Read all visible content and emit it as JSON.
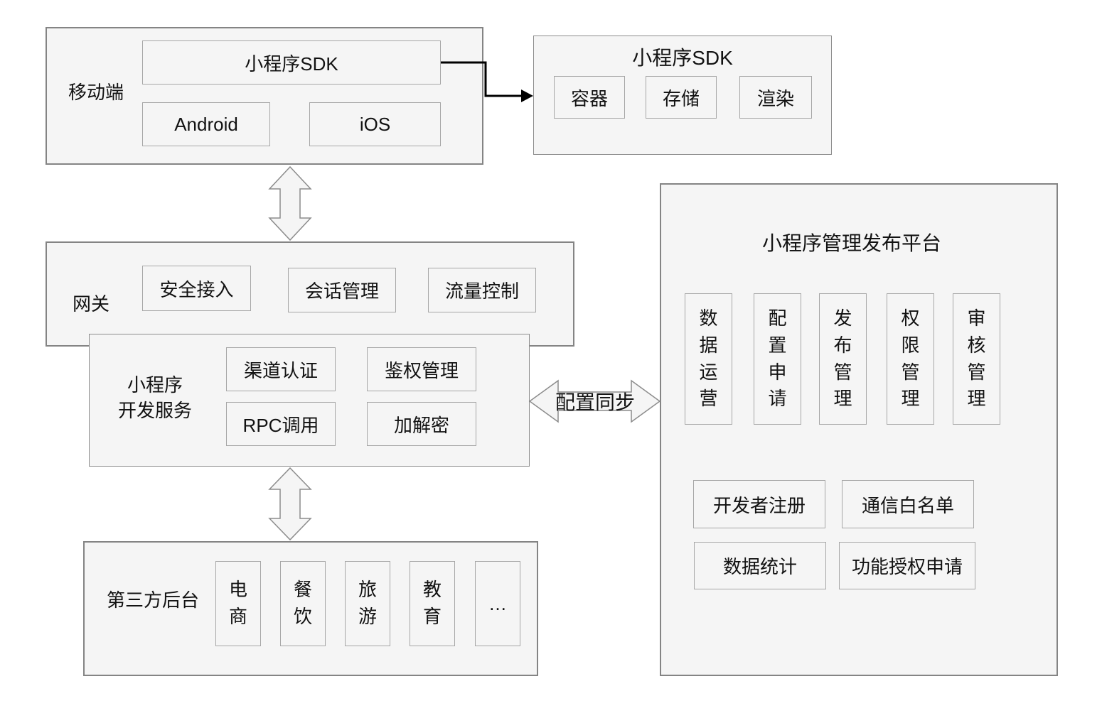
{
  "colors": {
    "box_fill": "#f5f5f5",
    "outer_border": "#848484",
    "inner_border": "#a6a6a6",
    "arrow_fill": "#f5f5f5",
    "arrow_stroke": "#8c8c8c",
    "connector": "#000000",
    "text": "#121212"
  },
  "mobile": {
    "label": "移动端",
    "sdk_label": "小程序SDK",
    "platforms": [
      "Android",
      "iOS"
    ]
  },
  "sdk_detail": {
    "title": "小程序SDK",
    "items": [
      "容器",
      "存储",
      "渲染"
    ]
  },
  "gateway": {
    "label": "网关",
    "items": [
      "安全接入",
      "会话管理",
      "流量控制"
    ]
  },
  "dev_service": {
    "label_line1": "小程序",
    "label_line2": "开发服务",
    "items": [
      "渠道认证",
      "鉴权管理",
      "RPC调用",
      "加解密"
    ]
  },
  "third_party": {
    "label": "第三方后台",
    "items": [
      "电商",
      "餐饮",
      "旅游",
      "教育",
      "…"
    ]
  },
  "platform": {
    "title": "小程序管理发布平台",
    "vertical_items": [
      "数据运营",
      "配置申请",
      "发布管理",
      "权限管理",
      "审核管理"
    ],
    "bottom_items": [
      "开发者注册",
      "通信白名单",
      "数据统计",
      "功能授权申请"
    ]
  },
  "config_sync_label": "配置同步"
}
